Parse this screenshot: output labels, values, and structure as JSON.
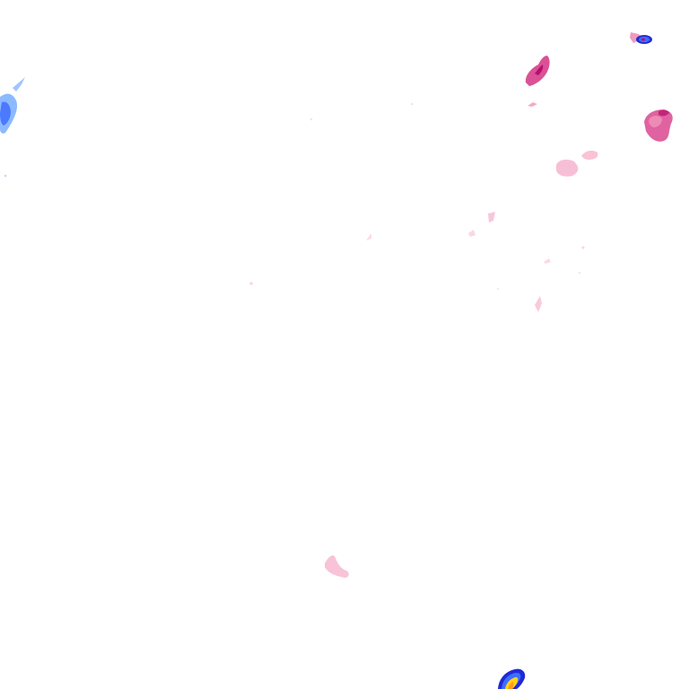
{
  "map": {
    "background": "#ffffff",
    "palette": {
      "light_pink": "#f7bcd3",
      "pink": "#ef8fb6",
      "magenta": "#d9488f",
      "deep_magenta": "#b8106f",
      "light_blue": "#7fb2ff",
      "blue": "#3f6dff",
      "dark_blue": "#1f2ad6",
      "yellow": "#ffd21a",
      "orange": "#ff9a1a"
    },
    "echoes": [
      {
        "name": "echo-top-left-blue",
        "colors": [
          "light_blue",
          "blue"
        ]
      },
      {
        "name": "echo-top-right-small",
        "colors": [
          "pink",
          "dark_blue",
          "blue",
          "deep_magenta"
        ]
      },
      {
        "name": "echo-top-right-main",
        "colors": [
          "magenta",
          "deep_magenta",
          "pink"
        ]
      },
      {
        "name": "echo-right-edge",
        "colors": [
          "magenta",
          "pink",
          "deep_magenta"
        ]
      },
      {
        "name": "echo-mid-right-light",
        "colors": [
          "light_pink"
        ]
      },
      {
        "name": "echo-center-faint",
        "colors": [
          "light_pink"
        ]
      },
      {
        "name": "echo-lower-mid-faint",
        "colors": [
          "light_pink"
        ]
      },
      {
        "name": "echo-bottom-right-strong",
        "colors": [
          "dark_blue",
          "blue",
          "yellow",
          "orange"
        ]
      }
    ]
  }
}
